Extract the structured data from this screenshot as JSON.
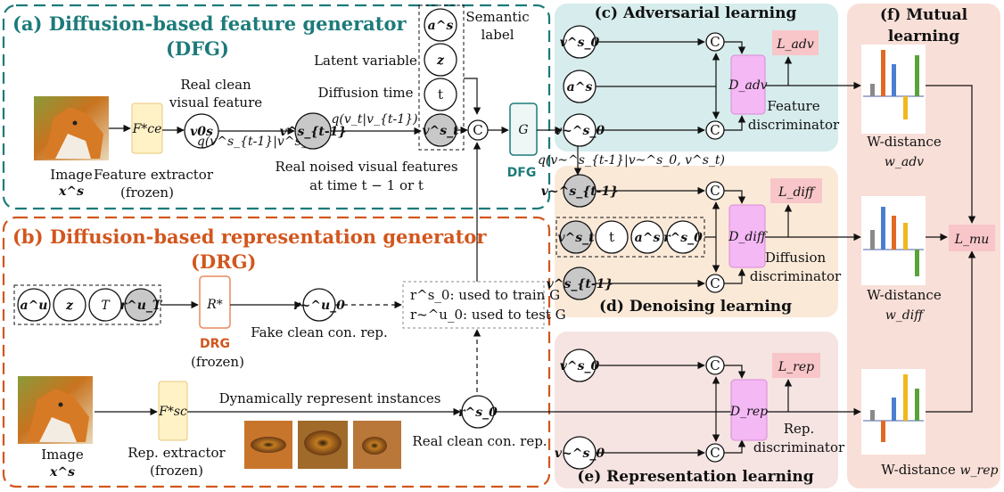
{
  "colors": {
    "dfg_teal": "#1d7a7a",
    "drg_orange": "#d2561d",
    "panel_c": "#d7ecec",
    "panel_d": "#fbe9d8",
    "panel_e": "#f5e4e2",
    "panel_f": "#f8dfd8",
    "discriminator": "#f4b8f4",
    "loss_bg": "#f8c6c9",
    "extractor": "#fff2c6"
  },
  "panel_a": {
    "title": "(a) Diffusion-based feature generator",
    "subtitle": "(DFG)",
    "image_label": "Image",
    "image_var": "x^s",
    "extractor": "F*ce",
    "extractor_label1": "Feature extractor",
    "extractor_label2": "(frozen)",
    "real_clean_1": "Real clean",
    "real_clean_2": "visual feature",
    "v0s": "v0s",
    "q_back": "q(v^s_{t-1}|v^s_0)",
    "vt1s": "v^s_{t-1}",
    "q_fwd": "q(v_t|v_{t-1})",
    "latent_label": "Latent variable",
    "diffusion_time_label": "Diffusion time",
    "semantic_label_1": "Semantic",
    "semantic_label_2": "label",
    "as": "a^s",
    "z": "z",
    "t": "t",
    "vts": "v^s_t",
    "concat": "C",
    "G": "G",
    "dfg_tag": "DFG",
    "noised_1": "Real noised visual features",
    "noised_2": "at time t − 1 or t"
  },
  "panel_b": {
    "title": "(b) Diffusion-based representation generator",
    "subtitle": "(DRG)",
    "au": "a^u",
    "z": "z",
    "T": "T",
    "rTu": "r^u_T",
    "R": "R*",
    "drg_tag": "DRG",
    "frozen": "(frozen)",
    "r0u": "r~^u_0",
    "fake_label": "Fake clean con. rep.",
    "train_note": "r^s_0: used to train G",
    "test_note": "r~^u_0: used to test G",
    "dynamic": "Dynamically represent instances",
    "extractor": "F*sc",
    "rep_extractor": "Rep. extractor",
    "rep_frozen": "(frozen)",
    "r0s": "r^s_0",
    "real_clean_rep": "Real clean con. rep.",
    "image_label": "Image",
    "image_var": "x^s"
  },
  "panel_c": {
    "title": "(c) Adversarial learning",
    "v0s": "v^s_0",
    "as": "a^s",
    "v0s_tilde": "v~^s_0",
    "D": "D_adv",
    "D_label1": "Feature",
    "D_label2": "discriminator",
    "loss": "L_adv"
  },
  "panel_d": {
    "title": "(d) Denoising learning",
    "q_label": "q(v~^s_{t-1}|v~^s_0, v^s_t)",
    "vt1_tilde": "v~^s_{t-1}",
    "vts": "v^s_t",
    "t": "t",
    "as": "a^s",
    "r0s": "r^s_0",
    "vt1s": "v^s_{t-1}",
    "D": "D_diff",
    "D_label1": "Diffusion",
    "D_label2": "discriminator",
    "loss": "L_diff"
  },
  "panel_e": {
    "title": "(e) Representation learning",
    "v0s": "v^s_0",
    "v0s_tilde": "v~^s_0",
    "D": "D_rep",
    "D_label1": "Rep.",
    "D_label2": "discriminator",
    "loss": "L_rep"
  },
  "panel_f": {
    "title1": "(f) Mutual",
    "title2": "learning",
    "wdist": "W-distance",
    "w_adv": "w_adv",
    "w_diff": "w_diff",
    "w_rep": "w_rep",
    "loss": "L_mu"
  }
}
